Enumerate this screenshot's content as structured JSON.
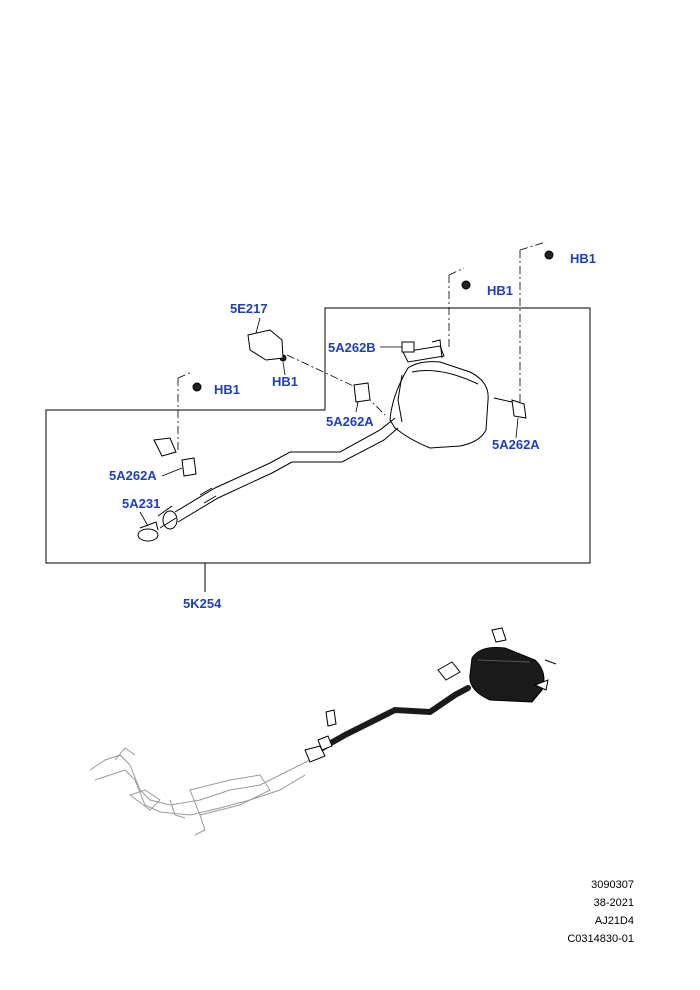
{
  "callouts": {
    "hb1_top": "HB1",
    "hb1_mid": "HB1",
    "e217": "5E217",
    "a262b": "5A262B",
    "hb1_e217": "HB1",
    "hb1_left": "HB1",
    "a262a_center": "5A262A",
    "a262a_right": "5A262A",
    "a262a_left": "5A262A",
    "a231": "5A231",
    "k254": "5K254"
  },
  "metadata": {
    "line1": "3090307",
    "line2": "38-2021",
    "line3": "AJ21D4",
    "line4": "C0314830-01"
  },
  "colors": {
    "callout": "#1f3fbf",
    "line": "#000000",
    "muted_line": "#8a8a8a",
    "dark_fill": "#1a1a1a"
  }
}
